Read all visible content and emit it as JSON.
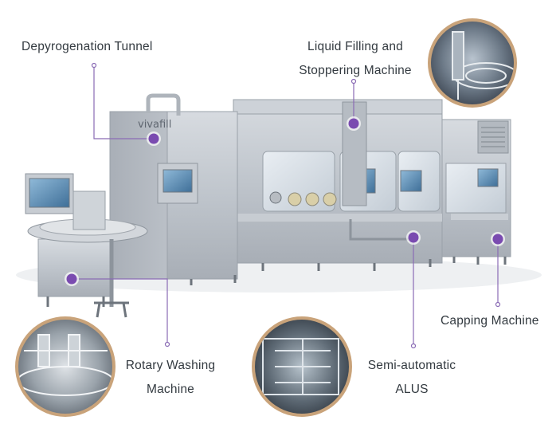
{
  "brand": {
    "logo_text": "vivafill"
  },
  "callouts": {
    "depyrogenation_tunnel": {
      "lines": [
        "Depyrogenation Tunnel"
      ]
    },
    "liquid_filling": {
      "lines": [
        "Liquid Filling and",
        "Stoppering Machine"
      ]
    },
    "rotary_washing": {
      "lines": [
        "Rotary Washing",
        "Machine"
      ]
    },
    "semi_automatic_alus": {
      "lines": [
        "Semi-automatic",
        "ALUS"
      ]
    },
    "capping_machine": {
      "lines": [
        "Capping Machine"
      ]
    }
  },
  "colors": {
    "marker": "#7a4bb0",
    "leader_line": "#8a6bb5",
    "bubble_ring": "#c9a37a",
    "machine_steel": "#b9bfc6"
  }
}
